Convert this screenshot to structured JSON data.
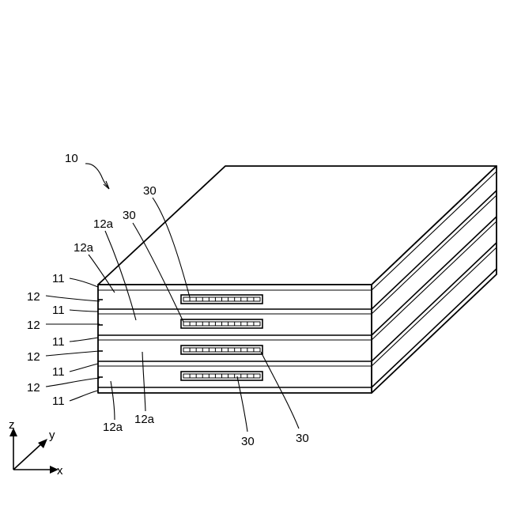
{
  "labels": {
    "device": "10",
    "layer_11": "11",
    "layer_12": "12",
    "region_12a": "12a",
    "element_30": "30"
  },
  "axes": {
    "z": "z",
    "y": "y",
    "x": "x"
  }
}
